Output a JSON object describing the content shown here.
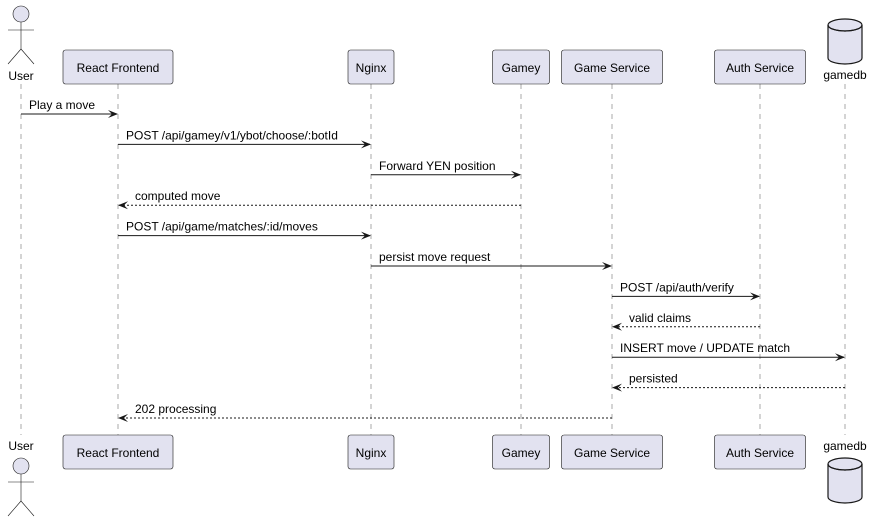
{
  "participants": [
    {
      "id": "user",
      "label": "User",
      "kind": "actor"
    },
    {
      "id": "frontend",
      "label": "React Frontend",
      "kind": "participant"
    },
    {
      "id": "nginx",
      "label": "Nginx",
      "kind": "participant"
    },
    {
      "id": "gamey",
      "label": "Gamey",
      "kind": "participant"
    },
    {
      "id": "gameservice",
      "label": "Game Service",
      "kind": "participant"
    },
    {
      "id": "auth",
      "label": "Auth Service",
      "kind": "participant"
    },
    {
      "id": "gamedb",
      "label": "gamedb",
      "kind": "database"
    }
  ],
  "messages": [
    {
      "from": "user",
      "to": "frontend",
      "label": "Play a move",
      "style": "solid"
    },
    {
      "from": "frontend",
      "to": "nginx",
      "label": "POST /api/gamey/v1/ybot/choose/:botId",
      "style": "solid"
    },
    {
      "from": "nginx",
      "to": "gamey",
      "label": "Forward YEN position",
      "style": "solid"
    },
    {
      "from": "gamey",
      "to": "frontend",
      "label": "computed move",
      "style": "dashed"
    },
    {
      "from": "frontend",
      "to": "nginx",
      "label": "POST /api/game/matches/:id/moves",
      "style": "solid"
    },
    {
      "from": "nginx",
      "to": "gameservice",
      "label": "persist move request",
      "style": "solid"
    },
    {
      "from": "gameservice",
      "to": "auth",
      "label": "POST /api/auth/verify",
      "style": "solid"
    },
    {
      "from": "auth",
      "to": "gameservice",
      "label": "valid claims",
      "style": "dashed"
    },
    {
      "from": "gameservice",
      "to": "gamedb",
      "label": "INSERT move / UPDATE match",
      "style": "solid"
    },
    {
      "from": "gamedb",
      "to": "gameservice",
      "label": "persisted",
      "style": "dashed"
    },
    {
      "from": "gameservice",
      "to": "frontend",
      "label": "202 processing",
      "style": "dashed"
    }
  ],
  "colors": {
    "participant_fill": "#E2E2F0",
    "border": "#181818",
    "lifeline": "#aaaaaa"
  }
}
